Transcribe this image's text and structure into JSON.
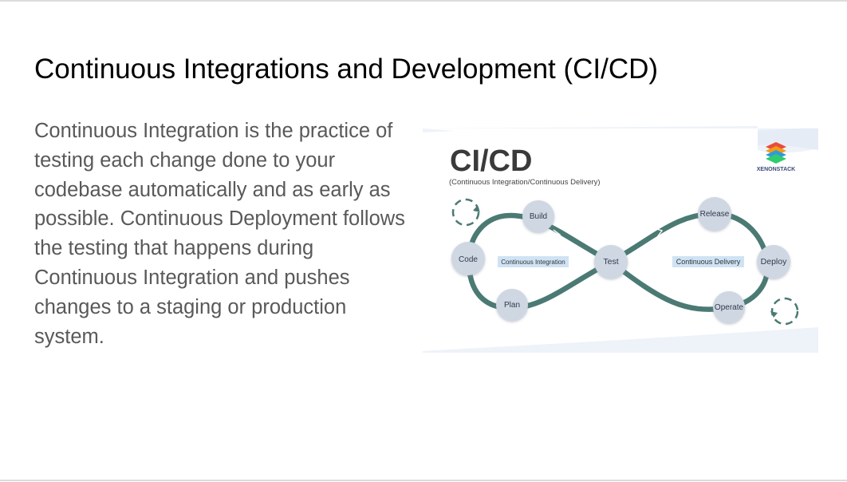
{
  "slide": {
    "title": "Continuous Integrations and Development (CI/CD)",
    "body": "Continuous Integration is the practice of testing each change done to your codebase automatically and as early as possible. Continuous Deployment follows the testing that happens during Continuous Integration and pushes changes to a staging or production system."
  },
  "diagram": {
    "heading": "CI/CD",
    "subheading": "(Continuous Integration/Continuous Delivery)",
    "brand": "XENONSTACK",
    "nodes": {
      "code": "Code",
      "build": "Build",
      "plan": "Plan",
      "test": "Test",
      "release": "Release",
      "deploy": "Deploy",
      "operate": "Operate"
    },
    "labels": {
      "integration": "Continuous Integration",
      "delivery": "Continuous Delivery"
    },
    "colors": {
      "loop": "#4a7a73",
      "node": "#cfd7e3",
      "label_bg": "#cfe3f5",
      "heading": "#3a3a3a",
      "logo": [
        "#e84c3d",
        "#f39c12",
        "#3498db",
        "#2ecc71"
      ]
    }
  }
}
